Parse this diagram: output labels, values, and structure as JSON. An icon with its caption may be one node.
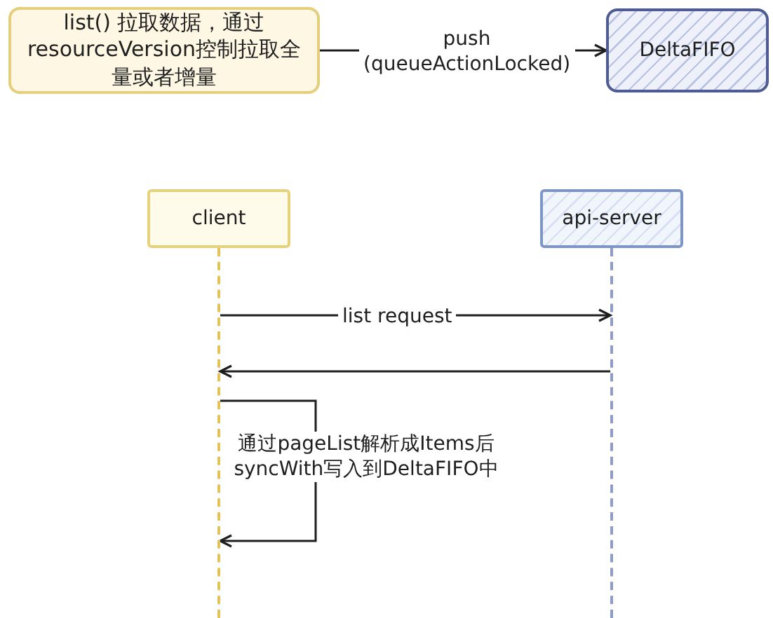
{
  "diagram": {
    "nodes": [
      {
        "text": [
          "list() 拉取数据，通过resourceVersion控制拉取全量或者增量"
        ]
      },
      {
        "text": [
          "DeltaFIFO"
        ]
      },
      {
        "text": [
          "client"
        ]
      },
      {
        "text": [
          "api-server"
        ]
      },
      {
        "text": [],
        "shape": "line"
      },
      {
        "text": [],
        "shape": "line"
      }
    ],
    "edges": [
      {
        "from": 0,
        "to": 1,
        "arrow": "to",
        "label": "push (queueActionLocked)"
      },
      {
        "from": 4,
        "to": 5,
        "arrow": "to",
        "label": "list request"
      },
      {
        "from": 5,
        "to": 4,
        "arrow": "to"
      },
      {
        "from": 4,
        "to": 4,
        "arrow": "to",
        "label": "通过pageList解析成Items后syncWith写入到DeltaFIFO中"
      }
    ]
  }
}
